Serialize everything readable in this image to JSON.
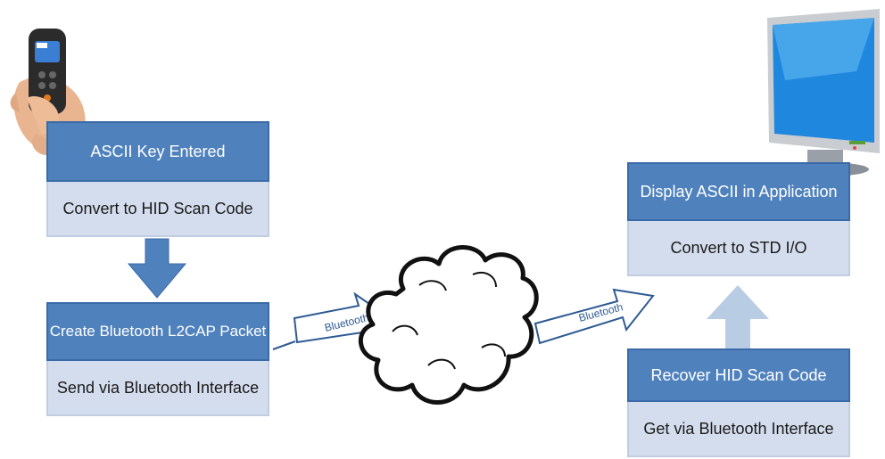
{
  "left": {
    "box1": {
      "header": "ASCII Key Entered",
      "sub": "Convert to HID Scan Code"
    },
    "box2": {
      "header": "Create Bluetooth L2CAP Packet",
      "sub": "Send via Bluetooth Interface"
    }
  },
  "right": {
    "box1": {
      "header": "Display ASCII in Application",
      "sub": "Convert to STD I/O"
    },
    "box2": {
      "header": "Recover HID Scan Code",
      "sub": "Get via Bluetooth Interface"
    }
  },
  "arrows": {
    "left_label": "Bluetooth",
    "right_label": "Bluetooth"
  },
  "colors": {
    "header_fill": "#4f81bd",
    "sub_fill": "#d4dded",
    "arrow_light": "#b8cce4"
  },
  "icons": {
    "scanner": "handheld-scanner-icon",
    "monitor": "monitor-icon",
    "cloud": "cloud-icon"
  }
}
